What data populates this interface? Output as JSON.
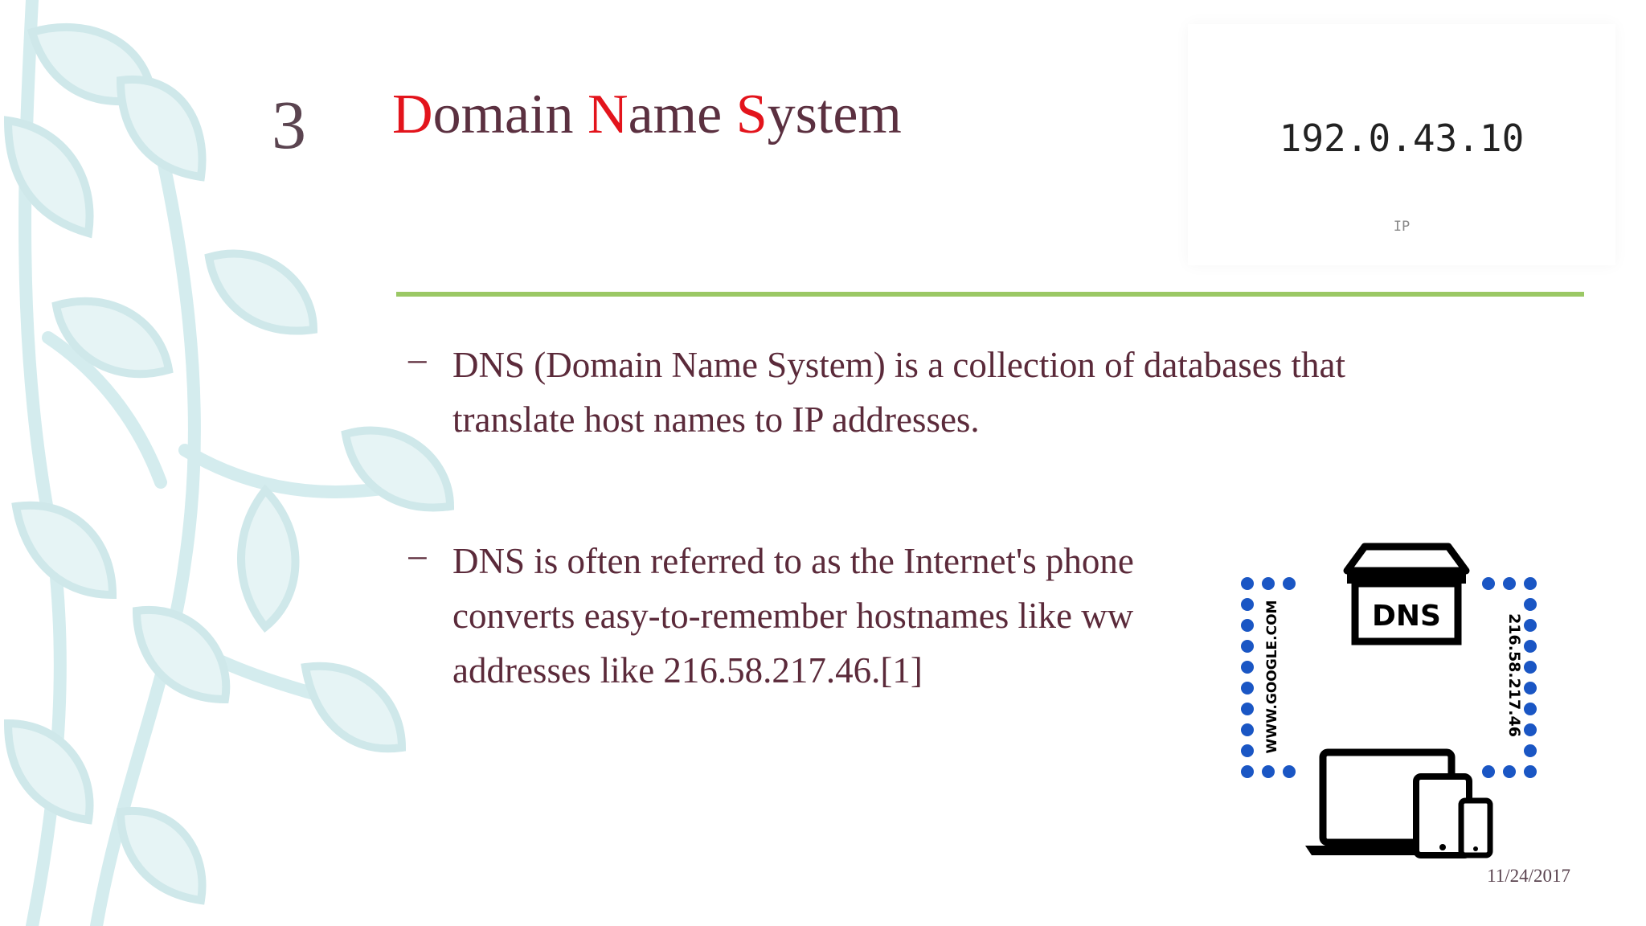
{
  "slide": {
    "number": "3",
    "title_parts": [
      {
        "cap": "D",
        "rest": "omain "
      },
      {
        "cap": "N",
        "rest": "ame "
      },
      {
        "cap": "S",
        "rest": "ystem"
      }
    ],
    "date": "11/24/2017"
  },
  "ip_card": {
    "address": "192.0.43.10",
    "label": "IP"
  },
  "bullets": [
    {
      "marker": "–",
      "lines": [
        "DNS (Domain Name System) is a collection of databases that",
        "translate host names to IP addresses."
      ]
    },
    {
      "marker": "–",
      "lines": [
        "DNS is often referred to as the Internet's phone",
        "converts easy-to-remember hostnames like ww",
        "addresses like 216.58.217.46.[1]"
      ]
    }
  ],
  "dns_diagram": {
    "box_label": "DNS",
    "left_text": "WWW.GOOGLE.COM",
    "right_text": "216.58.217.46"
  },
  "colors": {
    "accent_red": "#e3141c",
    "text": "#5b2a3a",
    "rule": "#9bc865",
    "leaf": "#d4ecee",
    "dot": "#1a56c4"
  }
}
